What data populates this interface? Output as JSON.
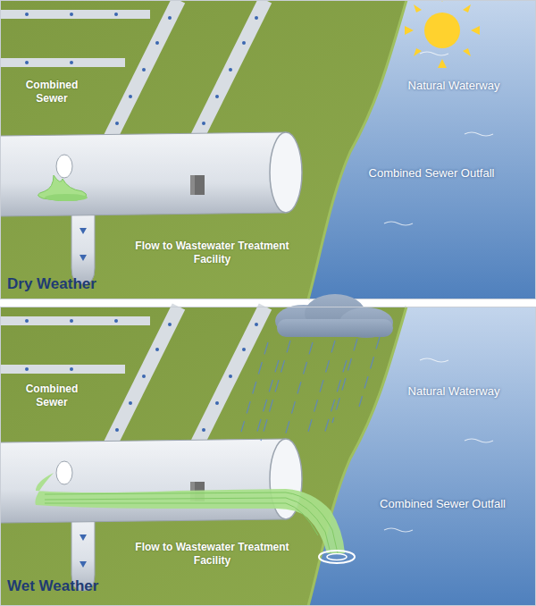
{
  "diagram": {
    "labels": [
      "Combined Sewer",
      "Natural Waterway",
      "Combined Sewer Outfall",
      "Flow to Wastewater Treatment Facility",
      "Dry Weather",
      "Combined Sewer",
      "Natural Waterway",
      "Combined Sewer Outfall",
      "Flow to Wastewater Treatment Facility",
      "Wet Weather"
    ]
  }
}
